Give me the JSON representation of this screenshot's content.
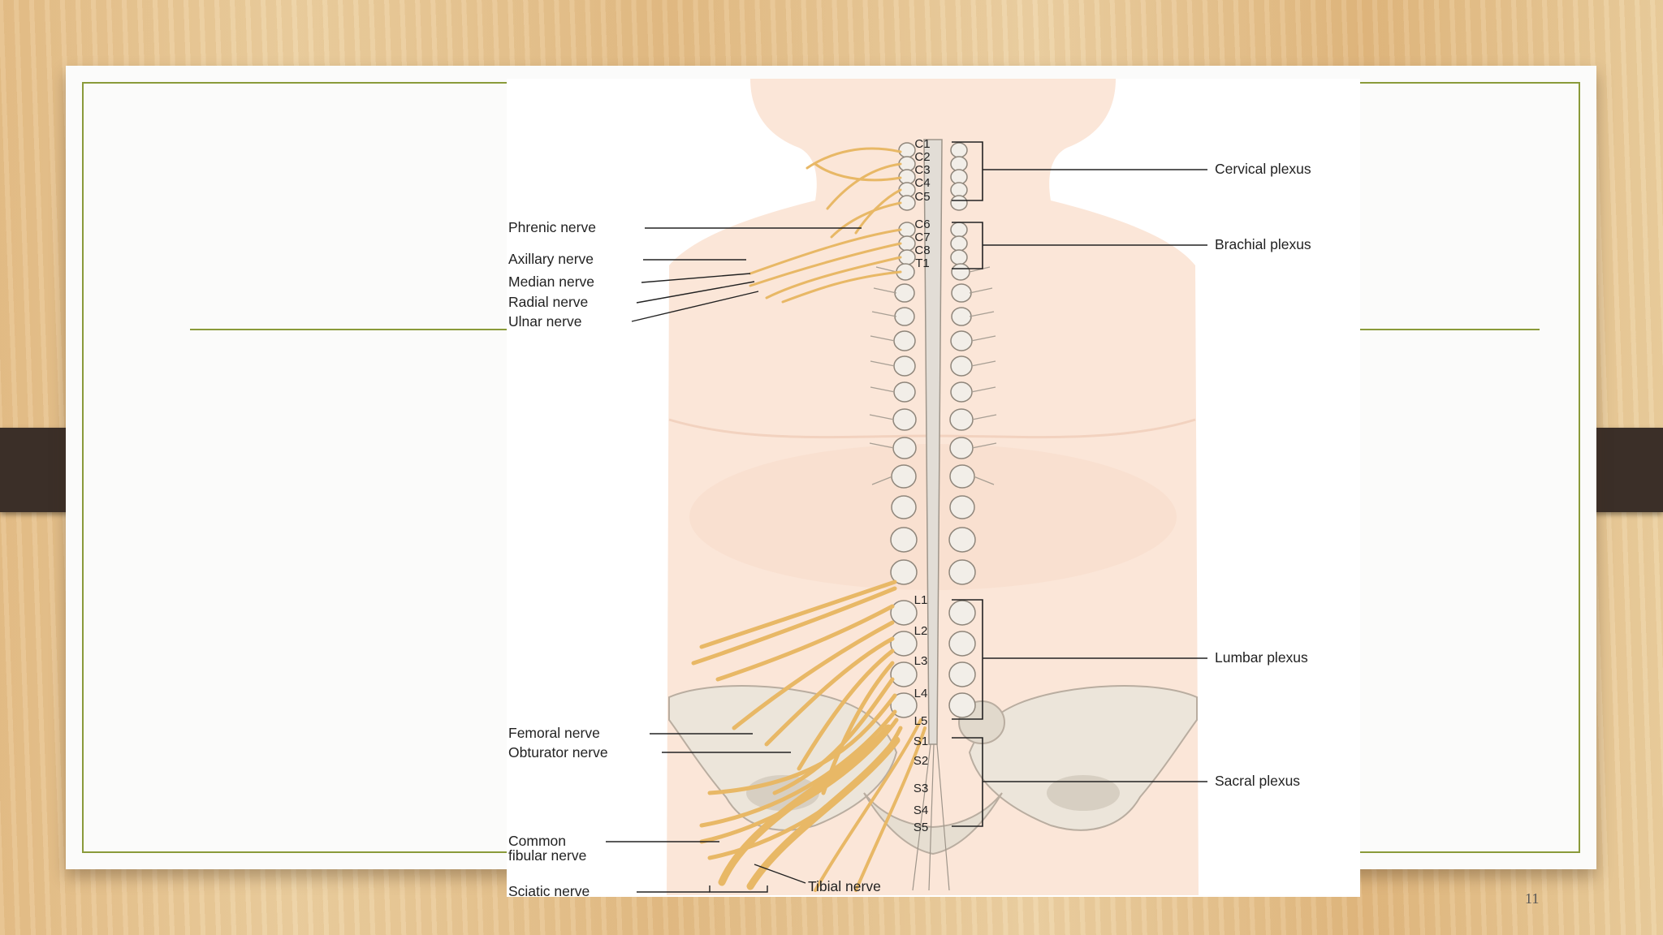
{
  "slide": {
    "page_number": "11"
  },
  "diagram": {
    "left_labels": {
      "phrenic": "Phrenic nerve",
      "axillary": "Axillary nerve",
      "median": "Median nerve",
      "radial": "Radial nerve",
      "ulnar": "Ulnar nerve",
      "femoral": "Femoral nerve",
      "obturator": "Obturator nerve",
      "common_fibular_1": "Common",
      "common_fibular_2": "fibular nerve",
      "sciatic": "Sciatic nerve",
      "tibial": "Tibial nerve"
    },
    "right_labels": {
      "cervical": "Cervical plexus",
      "brachial": "Brachial plexus",
      "lumbar": "Lumbar plexus",
      "sacral": "Sacral plexus"
    },
    "segments": {
      "c1": "C1",
      "c2": "C2",
      "c3": "C3",
      "c4": "C4",
      "c5": "C5",
      "c6": "C6",
      "c7": "C7",
      "c8": "C8",
      "t1": "T1",
      "l1": "L1",
      "l2": "L2",
      "l3": "L3",
      "l4": "L4",
      "l5": "L5",
      "s1": "S1",
      "s2": "S2",
      "s3": "S3",
      "s4": "S4",
      "s5": "S5"
    },
    "colors": {
      "nerve": "#e8b866",
      "body": "#fbe6d8",
      "bone": "#e9e2d7",
      "accent": "#8a9a3a"
    }
  }
}
